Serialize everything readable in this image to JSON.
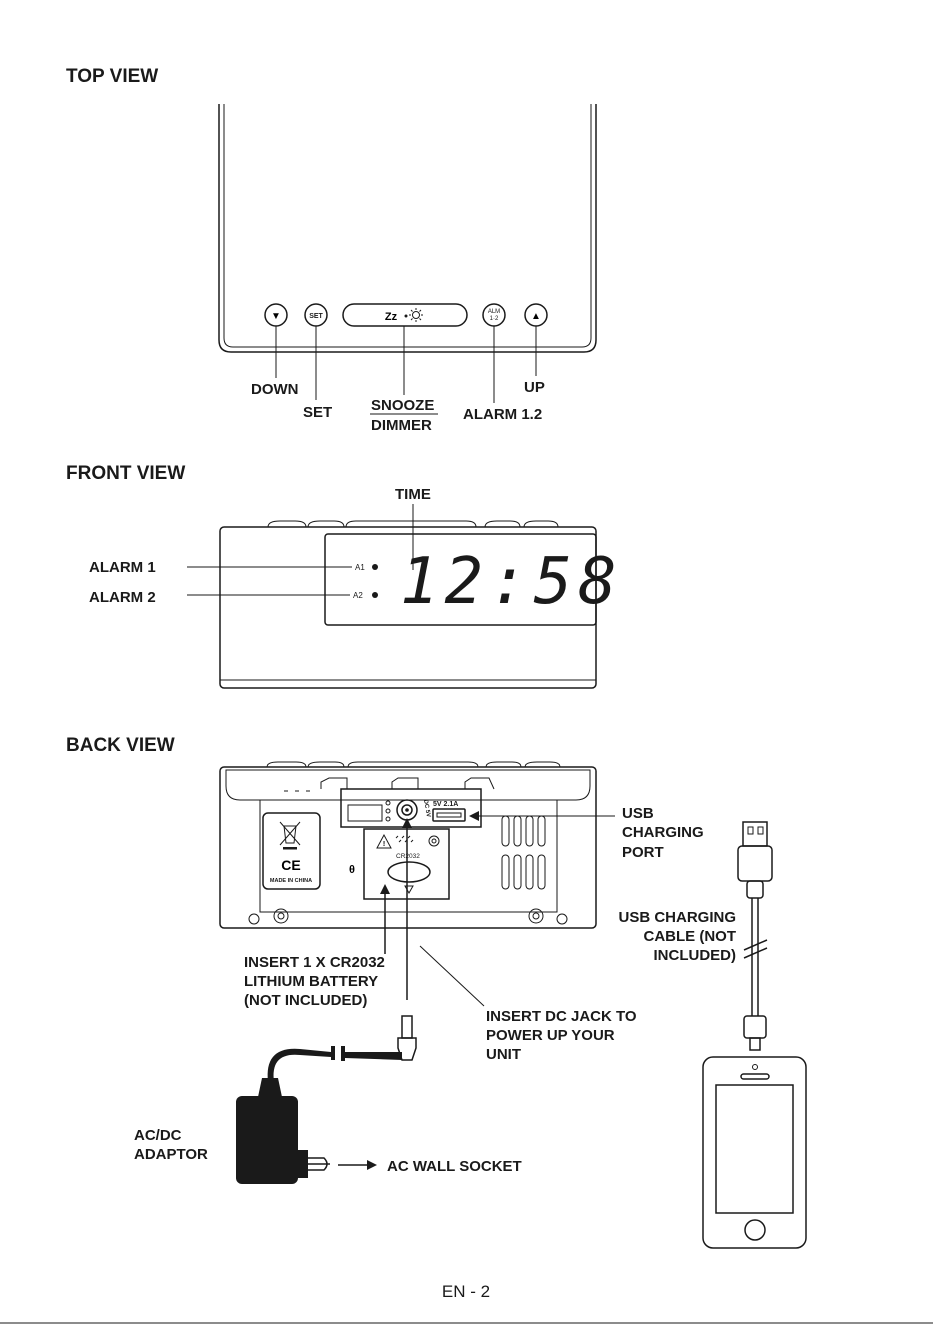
{
  "headings": {
    "top_view": "TOP VIEW",
    "front_view": "FRONT VIEW",
    "back_view": "BACK VIEW"
  },
  "top_view": {
    "buttons": {
      "down_glyph": "▼",
      "set": "SET",
      "snooze_text": "Zz",
      "alm_line1": "ALM",
      "alm_line2": "1·2",
      "up_glyph": "▲"
    },
    "labels": {
      "down": "DOWN",
      "set": "SET",
      "snooze": "SNOOZE",
      "dimmer": "DIMMER",
      "alarm12": "ALARM 1.2",
      "up": "UP"
    }
  },
  "front_view": {
    "labels": {
      "time": "TIME",
      "alarm1": "ALARM 1",
      "alarm2": "ALARM 2"
    },
    "display": {
      "a1": "A1",
      "a2": "A2",
      "time": "12:58"
    }
  },
  "back_view": {
    "labels": {
      "usb_port": [
        "USB",
        "CHARGING",
        "PORT"
      ],
      "usb_cable": [
        "USB CHARGING",
        "CABLE (NOT",
        "INCLUDED)"
      ],
      "battery": [
        "INSERT 1 X CR2032",
        "LITHIUM BATTERY",
        "(NOT INCLUDED)"
      ],
      "dc_jack": [
        "INSERT DC JACK TO",
        "POWER UP YOUR",
        "UNIT"
      ],
      "adaptor": [
        "AC/DC",
        "ADAPTOR"
      ],
      "wall_socket": "AC WALL SOCKET"
    },
    "device_marks": {
      "usb_rating": "5V 2.1A",
      "dc_rating": "DC 5V",
      "battery_type": "CR2032",
      "made_in": "MADE IN CHINA",
      "ce": "CE"
    }
  },
  "footer": {
    "page": "EN - 2"
  }
}
